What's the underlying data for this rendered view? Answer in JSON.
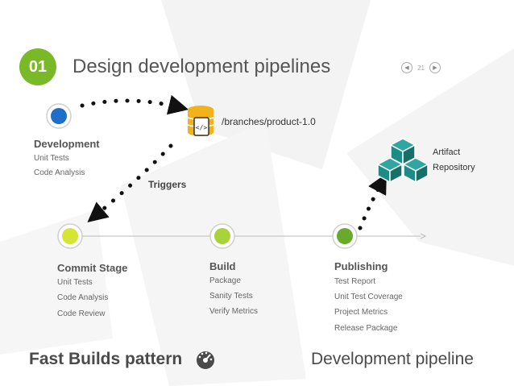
{
  "header": {
    "number": "01",
    "title": "Design development pipelines"
  },
  "pager": {
    "page": "21",
    "prev_icon": "triangle-left-icon",
    "next_icon": "triangle-right-icon"
  },
  "development": {
    "title": "Development",
    "items": [
      "Unit Tests",
      "Code Analysis"
    ]
  },
  "repo": {
    "branch": "/branches/product-1.0",
    "icon": "database-code-icon"
  },
  "triggers_label": "Triggers",
  "artifact": {
    "line1": "Artifact",
    "line2": "Repository",
    "icon": "cubes-icon"
  },
  "stages": [
    {
      "title": "Commit Stage",
      "items": [
        "Unit Tests",
        "Code Analysis",
        "Code Review"
      ]
    },
    {
      "title": "Build",
      "items": [
        "Package",
        "Sanity Tests",
        "Verify Metrics"
      ]
    },
    {
      "title": "Publishing",
      "items": [
        "Test Report",
        "Unit Test Coverage",
        "Project Metrics",
        "Release Package"
      ]
    }
  ],
  "footer": {
    "left": "Fast Builds pattern",
    "left_icon": "speedometer-icon",
    "right": "Development pipeline"
  },
  "colors": {
    "accent": "#79b928",
    "dev_node": "#1f6fc8",
    "commit_node": "#d4e536",
    "build_node": "#a9d23c",
    "publish_node": "#6aaa2b",
    "repo_gold": "#f2b21b",
    "cubes_teal": "#1e8c86"
  }
}
